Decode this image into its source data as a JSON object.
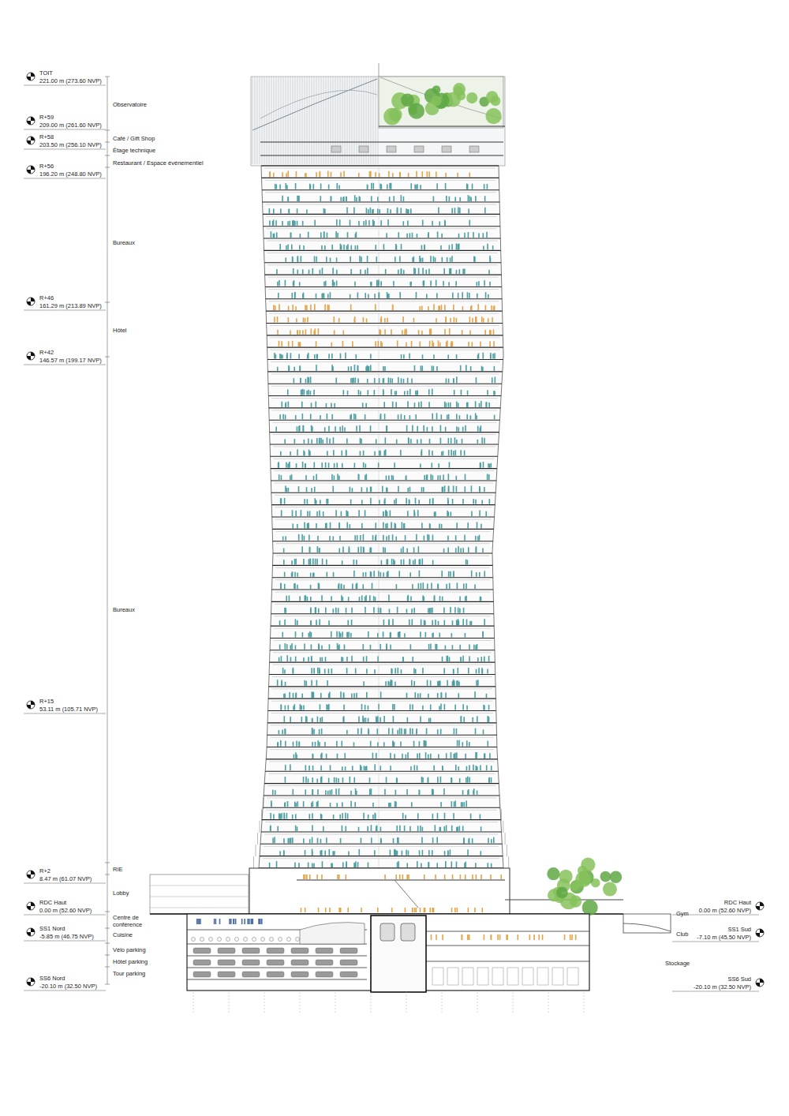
{
  "diagram": {
    "labels": [
      "TOIT",
      "221.00 m (273.60 NVP)",
      "Observatoire",
      "R+59",
      "209.00 m (261.60 NVP)",
      "R+58",
      "Café / Gift Shop",
      "203.50 m (256.10 NVP)",
      "Étage technique",
      "R+56",
      "196.20 m (248.80 NVP)",
      "Restaurant / Espace événementiel",
      "Bureaux",
      "R+46",
      "161.29 m (213.89 NVP)",
      "Hôtel",
      "R+42",
      "146.57 m (199.17 NVP)",
      "Bureaux",
      "R+15",
      "53.11 m (105.71 NVP)",
      "RIE",
      "R+2",
      "8.47 m (61.07 NVP)",
      "Lobby",
      "RDC Haut",
      "0.00 m (52.60 NVP)",
      "Centre de conférence",
      "SS1 Nord",
      "-5.85 m (46.75 NVP)",
      "Cuisine",
      "Vélo parking",
      "Hôtel parking",
      "Tour parking",
      "SS6 Nord",
      "-20.10 m (32.50 NVP)",
      "RDC Haut",
      "0.00 m (52.60 NVP)",
      "Gym",
      "SS1 Sud",
      "-7.10 m (45.50 NVP)",
      "Club",
      "Stockage",
      "SS6 Sud",
      "-20.10 m (32.50 NVP)"
    ]
  }
}
